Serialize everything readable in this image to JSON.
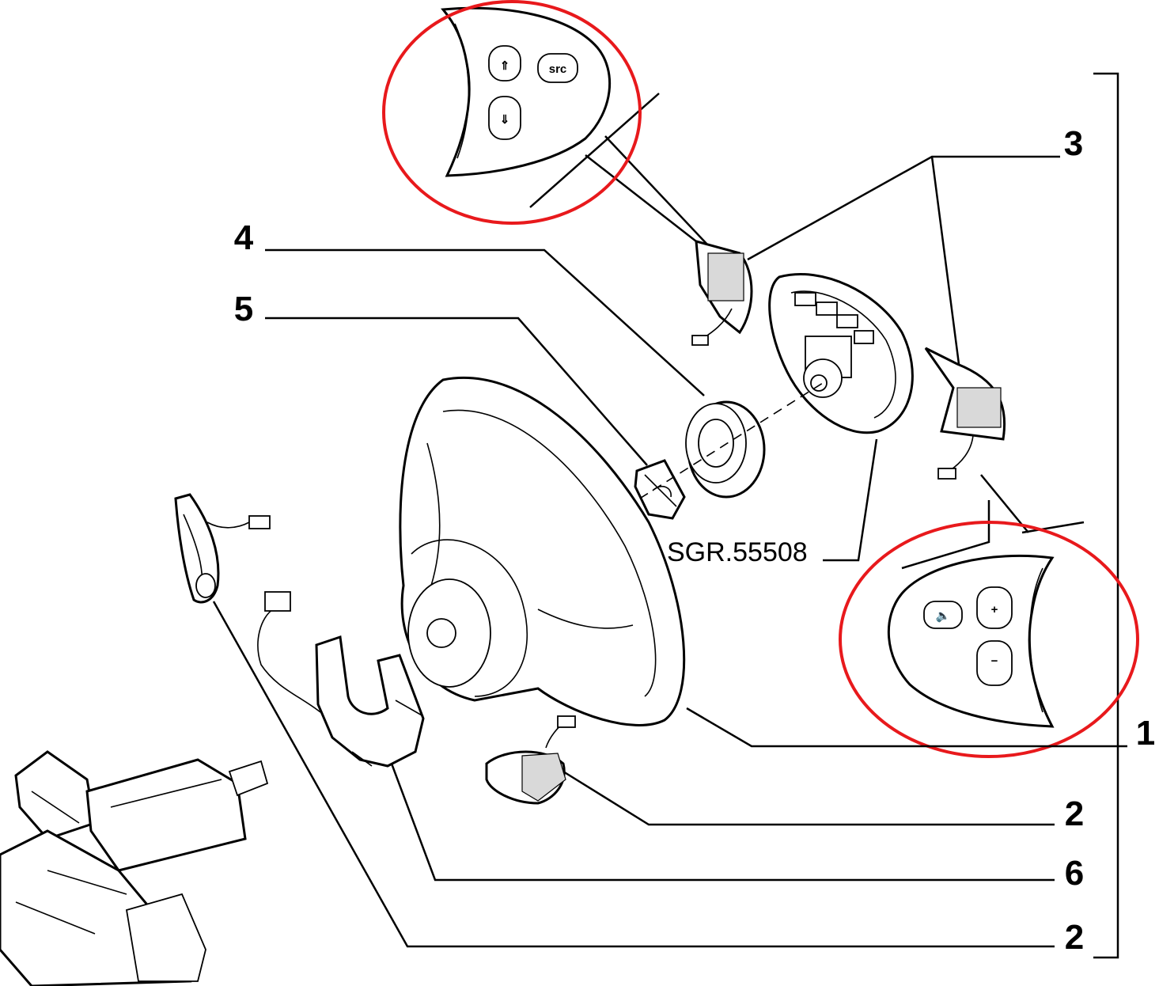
{
  "diagram": {
    "reference_code": "SGR.55508",
    "callouts": [
      {
        "id": "callout-3",
        "label": "3"
      },
      {
        "id": "callout-4",
        "label": "4"
      },
      {
        "id": "callout-5",
        "label": "5"
      },
      {
        "id": "callout-1",
        "label": "1"
      },
      {
        "id": "callout-2a",
        "label": "2"
      },
      {
        "id": "callout-6",
        "label": "6"
      },
      {
        "id": "callout-2b",
        "label": "2"
      }
    ],
    "left_switch_buttons": [
      {
        "name": "seek-up-button",
        "glyph": "⇑"
      },
      {
        "name": "src-button",
        "glyph": "src"
      },
      {
        "name": "seek-down-button",
        "glyph": "⇓"
      }
    ],
    "right_switch_buttons": [
      {
        "name": "mute-button",
        "glyph": "🔈"
      },
      {
        "name": "volume-up-button",
        "glyph": "+"
      },
      {
        "name": "volume-down-button",
        "glyph": "−"
      }
    ],
    "highlight_color": "#e8191c",
    "line_color": "#000000"
  }
}
